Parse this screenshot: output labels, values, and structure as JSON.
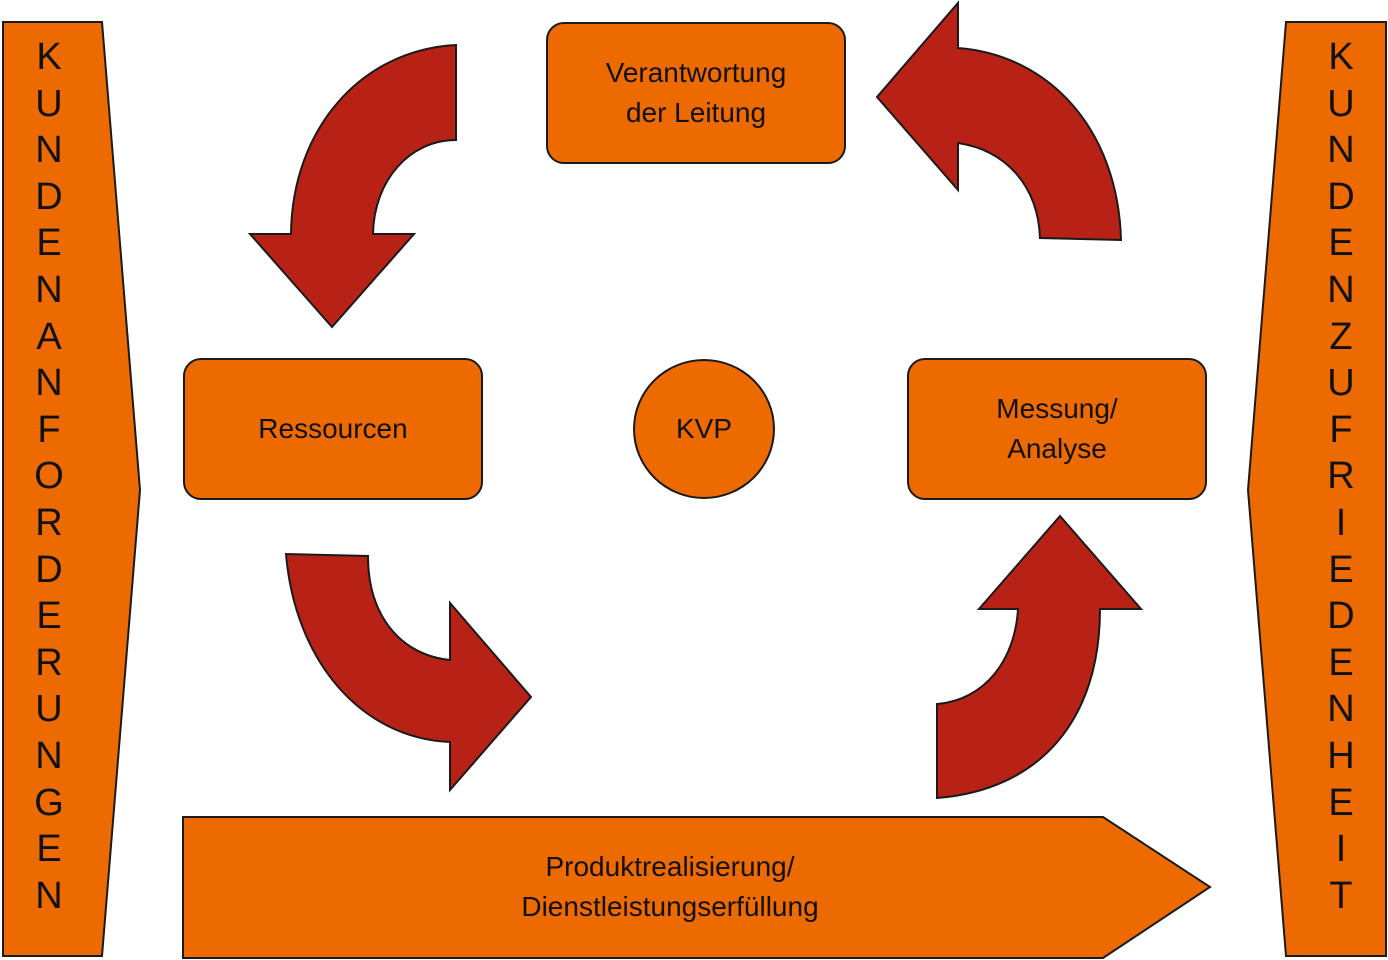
{
  "colors": {
    "box_fill": "#ed6a00",
    "arrow_fill": "#b82216",
    "stroke": "#1a1a1a"
  },
  "left_banner": {
    "text": "KUNDENANFORDERUNGEN"
  },
  "right_banner": {
    "text": "KUNDENZUFRIEDENHEIT"
  },
  "nodes": {
    "leitung": {
      "line1": "Verantwortung",
      "line2": "der Leitung"
    },
    "ressourcen": {
      "label": "Ressourcen"
    },
    "kvp": {
      "label": "KVP"
    },
    "messung": {
      "line1": "Messung/",
      "line2": "Analyse"
    }
  },
  "bottom_arrow": {
    "line1": "Produktrealisierung/",
    "line2": "Dienstleistungserfüllung"
  }
}
